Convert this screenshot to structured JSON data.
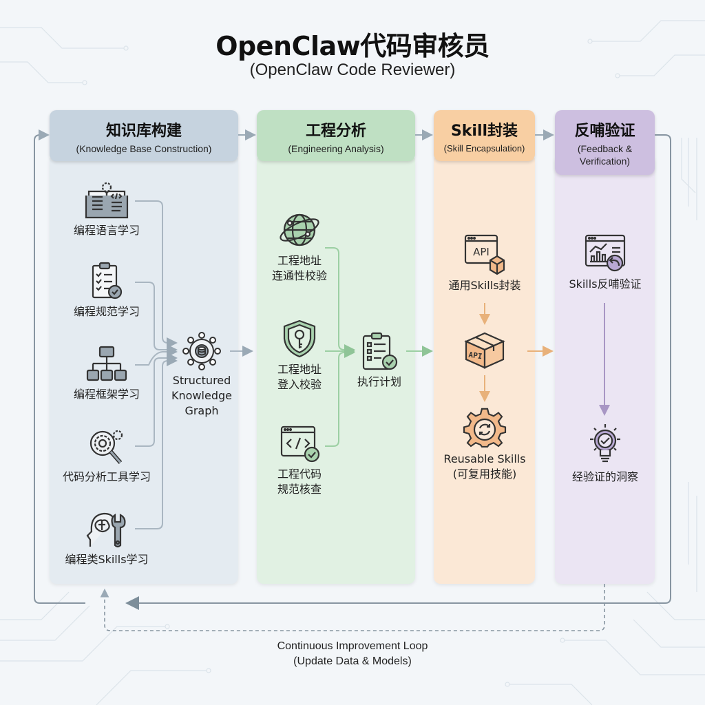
{
  "title": "OpenClaw代码审核员",
  "subtitle": "(OpenClaw Code Reviewer)",
  "colors": {
    "knowledge": "#c6d3df",
    "knowledge_body": "#e4ebf1",
    "engineering": "#bfe0c3",
    "engineering_body": "#e1f1e3",
    "skill": "#f8cfa3",
    "skill_body": "#fbe8d6",
    "feedback": "#cdbfe0",
    "feedback_body": "#ebe5f3"
  },
  "columns": [
    {
      "title": "知识库构建",
      "subtitle": "(Knowledge Base Construction)",
      "items": [
        {
          "label": "编程语言学习",
          "icon": "book-code-icon"
        },
        {
          "label": "编程规范学习",
          "icon": "checklist-icon"
        },
        {
          "label": "编程框架学习",
          "icon": "hierarchy-icon"
        },
        {
          "label": "代码分析工具学习",
          "icon": "magnifier-gear-icon"
        },
        {
          "label": "编程类Skills学习",
          "icon": "brain-wrench-icon"
        }
      ],
      "output": {
        "label_lines": [
          "Structured",
          "Knowledge",
          "Graph"
        ],
        "icon": "knowledge-graph-icon"
      }
    },
    {
      "title": "工程分析",
      "subtitle": "(Engineering Analysis)",
      "items": [
        {
          "label_lines": [
            "工程地址",
            "连通性校验"
          ],
          "icon": "globe-network-icon"
        },
        {
          "label_lines": [
            "工程地址",
            "登入校验"
          ],
          "icon": "shield-key-icon"
        },
        {
          "label_lines": [
            "工程代码",
            "规范核查"
          ],
          "icon": "code-window-check-icon"
        }
      ],
      "output": {
        "label": "执行计划",
        "icon": "clipboard-plan-icon"
      }
    },
    {
      "title": "Skill封装",
      "subtitle": "(Skill Encapsulation)",
      "items": [
        {
          "label": "通用Skills封装",
          "icon": "api-window-box-icon"
        },
        {
          "label": "",
          "icon": "api-box-icon",
          "box_text": "API"
        },
        {
          "label_lines": [
            "Reusable Skills",
            "(可复用技能)"
          ],
          "icon": "gear-refresh-icon"
        }
      ],
      "api_text": "API"
    },
    {
      "title": "反哺验证",
      "subtitle_lines": [
        "(Feedback &",
        "Verification)"
      ],
      "items": [
        {
          "label": "Skills反哺验证",
          "icon": "chart-feedback-icon"
        },
        {
          "label": "经验证的洞察",
          "icon": "lightbulb-check-icon"
        }
      ]
    }
  ],
  "loop": {
    "label_lines": [
      "Continuous Improvement Loop",
      "(Update Data & Models)"
    ]
  }
}
